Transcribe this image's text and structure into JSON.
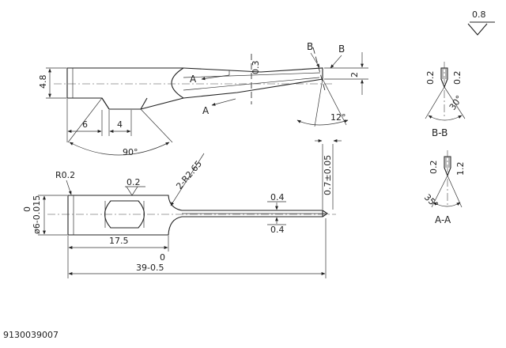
{
  "part_number": "9130039007",
  "surface_finish": "0.8",
  "top_view": {
    "dim_height": "4.8",
    "dim_step_1": "6",
    "dim_step_2": "4",
    "dim_angle_bottom": "90°",
    "dim_tip_gap": "2",
    "dim_tip_angle": "12°",
    "dim_tip_small": "0.3",
    "section_a": "A",
    "section_b": "B"
  },
  "front_view": {
    "corner_radius": "R0.2",
    "flat_surface": "0.2",
    "fillet_radius": "2-R2.65",
    "tolerance_vertical": "0.7±0.05",
    "blade_width_top": "0.4",
    "blade_width_bottom": "0.4",
    "diameter_upper": "0",
    "diameter": "ø6-0.015",
    "length_shank": "17.5",
    "length_total_upper": "0",
    "length_total": "39-0.5"
  },
  "section_bb": {
    "title": "B-B",
    "left_dim": "0.2",
    "right_dim": "0.2",
    "angle": "30°"
  },
  "section_aa": {
    "title": "A-A",
    "left_dim": "0.2",
    "right_dim": "1.2",
    "angle": "35°"
  }
}
